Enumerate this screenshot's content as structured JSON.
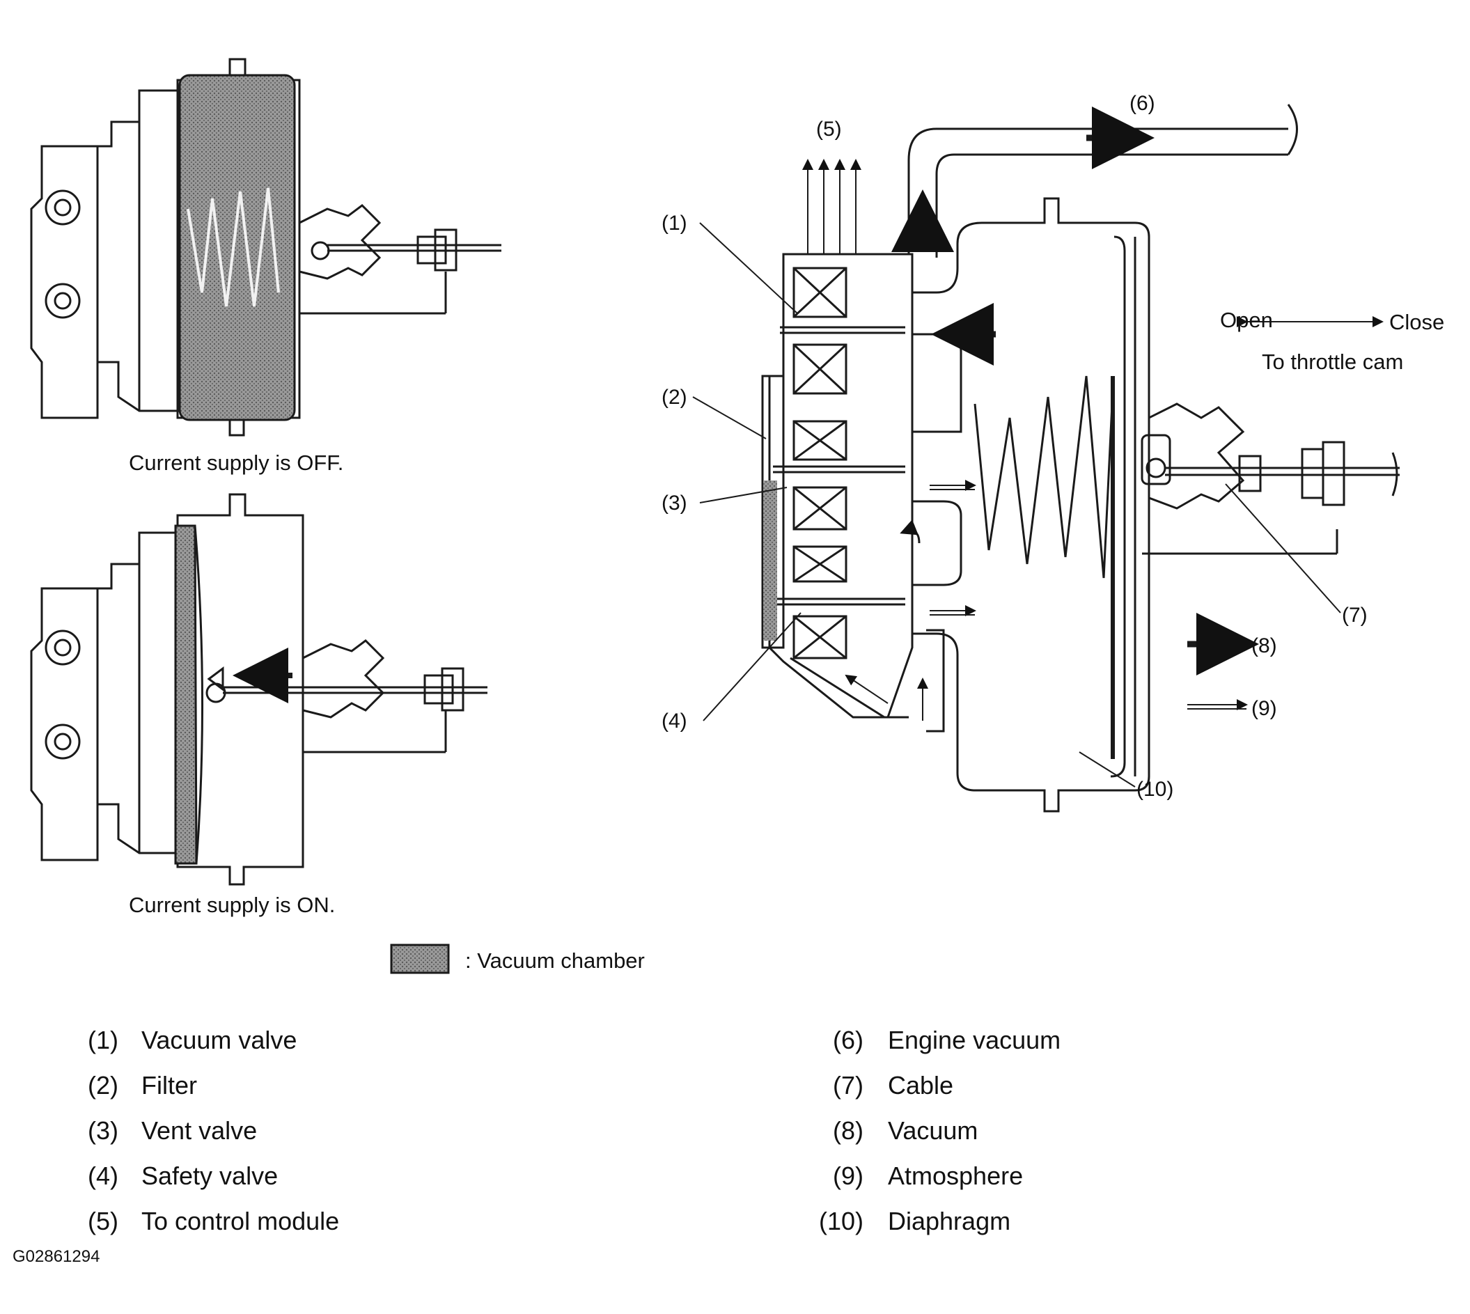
{
  "figure_id": "G02861294",
  "captions": {
    "off": "Current supply is OFF.",
    "on": "Current supply is ON."
  },
  "key": {
    "vacuum_chamber": ": Vacuum chamber"
  },
  "flow_labels": {
    "open": "Open",
    "close": "Close",
    "to_throttle_cam": "To throttle cam"
  },
  "callouts": [
    "(1)",
    "(2)",
    "(3)",
    "(4)",
    "(5)",
    "(6)",
    "(7)",
    "(8)",
    "(9)",
    "(10)"
  ],
  "legend": [
    {
      "num": "(1)",
      "label": "Vacuum valve"
    },
    {
      "num": "(2)",
      "label": "Filter"
    },
    {
      "num": "(3)",
      "label": "Vent valve"
    },
    {
      "num": "(4)",
      "label": "Safety valve"
    },
    {
      "num": "(5)",
      "label": "To control module"
    },
    {
      "num": "(6)",
      "label": "Engine vacuum"
    },
    {
      "num": "(7)",
      "label": "Cable"
    },
    {
      "num": "(8)",
      "label": "Vacuum"
    },
    {
      "num": "(9)",
      "label": "Atmosphere"
    },
    {
      "num": "(10)",
      "label": "Diaphragm"
    }
  ],
  "colors": {
    "line": "#1a1a1a",
    "vacuum_fill": "#8a8a8a"
  }
}
